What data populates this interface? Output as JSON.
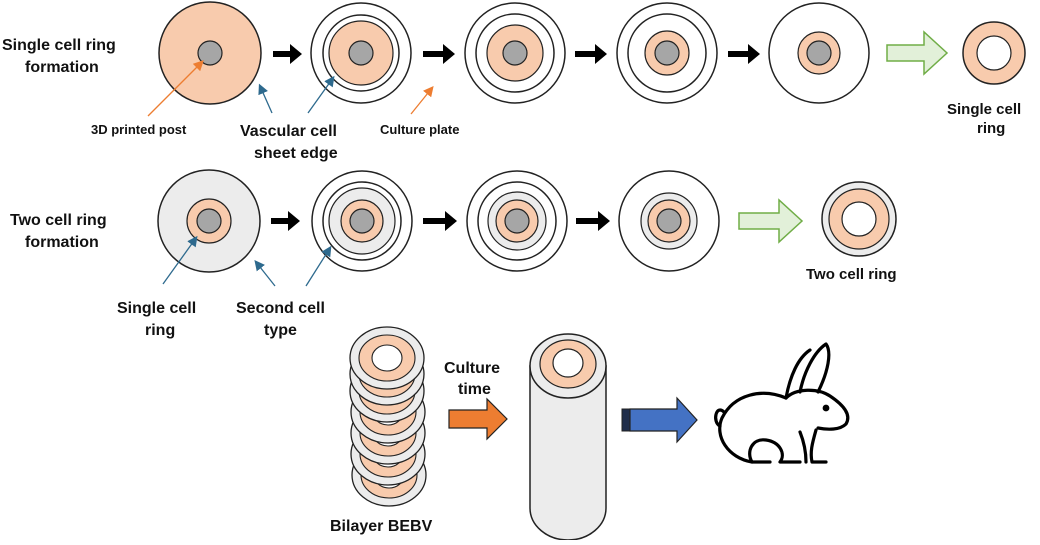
{
  "colors": {
    "cell_sheet": "#f8cbad",
    "post": "#a6a6a6",
    "gray_layer": "#ececec",
    "outline": "#1f1f1f",
    "orange_pointer": "#ed7d31",
    "blue_pointer": "#2e6a8e",
    "green_arrow": "#e2f0d9",
    "green_arrow_edge": "#70ad47",
    "orange_arrow": "#ed7d31",
    "blue_arrow": "#4472c4"
  },
  "row1": {
    "title_line1": "Single cell ring",
    "title_line2": "formation",
    "label_post": "3D printed post",
    "label_edge_line1": "Vascular cell",
    "label_edge_line2": "sheet edge",
    "label_plate": "Culture plate",
    "result_line1": "Single cell",
    "result_line2": "ring"
  },
  "row2": {
    "title_line1": "Two cell ring",
    "title_line2": "formation",
    "label_ring_line1": "Single cell",
    "label_ring_line2": "ring",
    "label_second_line1": "Second cell",
    "label_second_line2": "type",
    "result": "Two cell ring"
  },
  "row3": {
    "stack_label": "Bilayer BEBV",
    "arrow_line1": "Culture",
    "arrow_line2": "time",
    "animal_icon": "rabbit-icon"
  }
}
